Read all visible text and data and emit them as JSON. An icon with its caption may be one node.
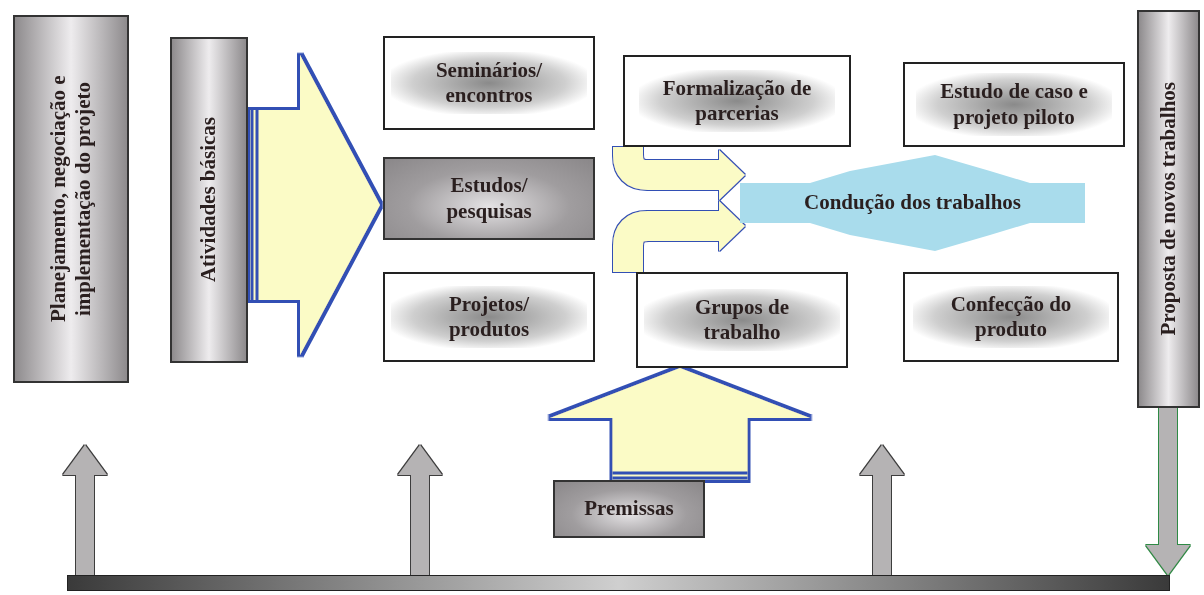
{
  "diagram": {
    "nodes": [
      {
        "text": [
          "Planejamento, negociação e implementação do projeto"
        ]
      },
      {
        "text": [
          "Atividades básicas"
        ]
      },
      {
        "text": [
          "Seminários/ encontros"
        ]
      },
      {
        "text": [
          "Formalização de parcerias"
        ]
      },
      {
        "text": [
          "Estudo de caso e projeto piloto"
        ]
      },
      {
        "text": [
          "Estudos/ pesquisas"
        ]
      },
      {
        "text": [
          "Condução dos trabalhos"
        ]
      },
      {
        "text": [
          "Projetos/ produtos"
        ]
      },
      {
        "text": [
          "Grupos de trabalho"
        ]
      },
      {
        "text": [
          "Confecção do produto"
        ]
      },
      {
        "text": [
          "Proposta de novos trabalhos"
        ]
      },
      {
        "text": [
          "Premissas"
        ]
      },
      {
        "text": [],
        "shape": "bar"
      }
    ],
    "edges": [
      {
        "from": 1,
        "to": 5,
        "arrow": "to",
        "style": "thick"
      },
      {
        "from": 3,
        "to": 6,
        "arrow": "to"
      },
      {
        "from": 8,
        "to": 6,
        "arrow": "to"
      },
      {
        "from": 11,
        "to": 8,
        "arrow": "to",
        "style": "thick"
      },
      {
        "from": 12,
        "to": null,
        "arrow": "to",
        "color": "#b5b3b4"
      },
      {
        "from": 12,
        "to": null,
        "arrow": "to",
        "color": "#b5b3b4"
      },
      {
        "from": 12,
        "to": null,
        "arrow": "to",
        "color": "#b5b3b4"
      },
      {
        "from": 10,
        "to": 12,
        "arrow": "to",
        "color": "#b5b3b4"
      }
    ]
  }
}
